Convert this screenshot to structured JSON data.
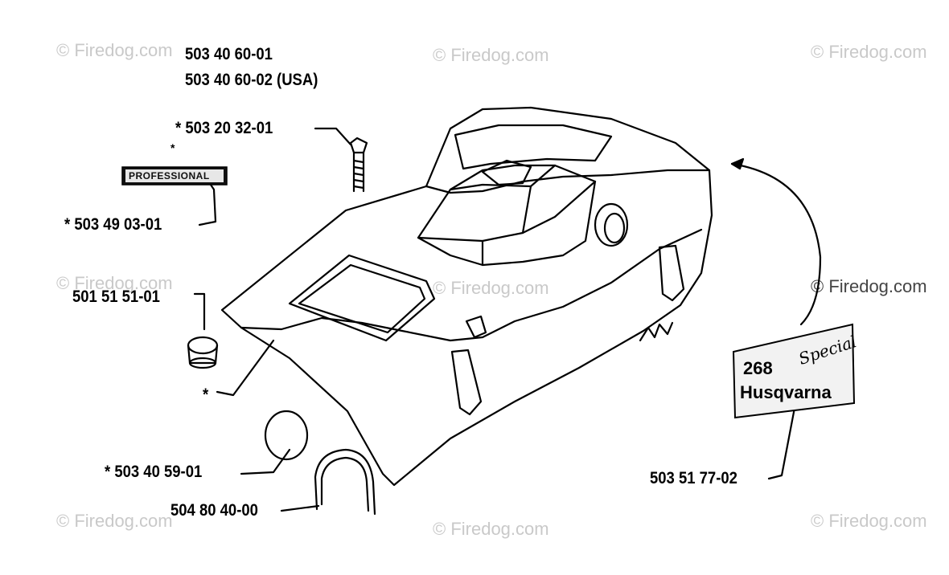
{
  "watermark": "© Firedog.com",
  "colors": {
    "ink": "#000000",
    "watermark": "#c9c9c9",
    "decal_bg": "#f2f2f2"
  },
  "parts": {
    "main_cover_1": "503 40 60-01",
    "main_cover_2": "503 40 60-02 (USA)",
    "screw": "* 503 20 32-01",
    "professional_decal": "* 503 49 03-01",
    "plug": "501 51 51-01",
    "cover_marker": "*",
    "round_plug": "* 503 40 59-01",
    "end_cover": "504 80 40-00",
    "model_decal": "503 51 77-02"
  },
  "decals": {
    "professional_marker": "*",
    "professional_text": "PROFESSIONAL",
    "model_number": "268",
    "model_script": "Special",
    "brand": "Husqvarna"
  }
}
